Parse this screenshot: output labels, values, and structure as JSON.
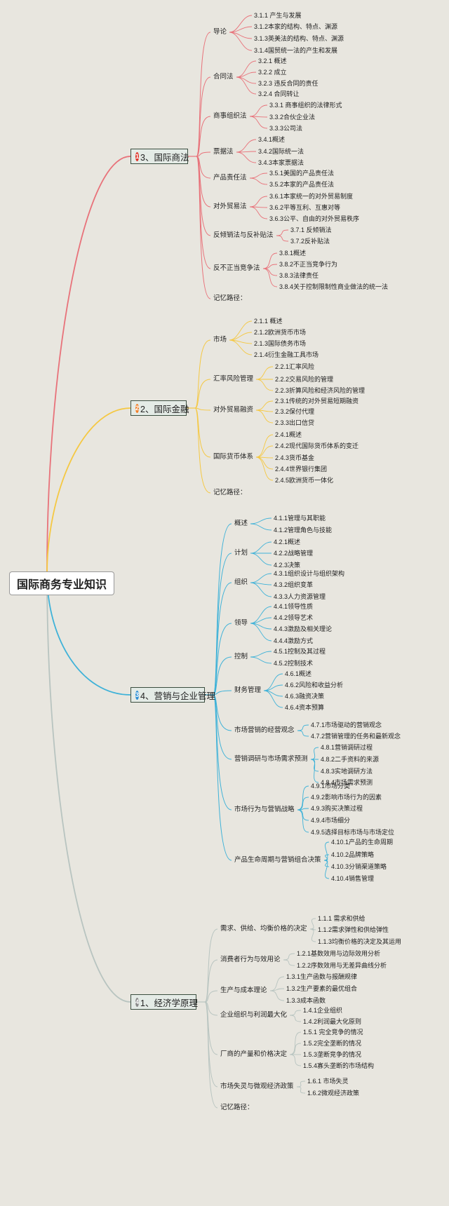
{
  "root": "国际商务专业知识",
  "colors": {
    "b1": "#e8727a",
    "b2": "#f5c842",
    "b3": "#3fb2d8",
    "b4": "#b8c4c0",
    "badge1": "#e0352b",
    "badge2": "#f07f2a",
    "badge3": "#2e8fd4",
    "badge4": "#8a8a8a"
  },
  "branches": [
    {
      "badge": "1",
      "label": "3、国际商法",
      "subs": [
        {
          "label": "导论",
          "items": [
            "3.1.1 产生与发展",
            "3.1.2本家的结构、特点、渊源",
            "3.1.3英美法的结构、特点、渊源",
            "3.1.4国贸统一法的产生和发展"
          ]
        },
        {
          "label": "合同法",
          "items": [
            "3.2.1 概述",
            "3.2.2 成立",
            "3.2.3 违反合同的责任",
            "3.2.4 合同转让"
          ]
        },
        {
          "label": "商事组织法",
          "items": [
            "3.3.1 商事组织的法律形式",
            "3.3.2合伙企业法",
            "3.3.3公司法"
          ]
        },
        {
          "label": "票据法",
          "items": [
            "3.4.1概述",
            "3.4.2国际统一法",
            "3.4.3本家票据法"
          ]
        },
        {
          "label": "产品责任法",
          "items": [
            "3.5.1美国的产品责任法",
            "3.5.2本家的产品责任法"
          ]
        },
        {
          "label": "对外贸易法",
          "items": [
            "3.6.1本家统一的对外贸易制度",
            "3.6.2平等互利、互惠对等",
            "3.6.3公平、自由的对外贸易秩序"
          ]
        },
        {
          "label": "反倾销法与反补贴法",
          "items": [
            "3.7.1 反倾销法",
            "3.7.2反补贴法"
          ]
        },
        {
          "label": "反不正当竞争法",
          "items": [
            "3.8.1概述",
            "3.8.2不正当竞争行为",
            "3.8.3法律责任",
            "3.8.4关于控制限制性商业做法的统一法"
          ]
        },
        {
          "label": "记忆路径：",
          "items": []
        }
      ]
    },
    {
      "badge": "2",
      "label": "2、国际金融",
      "subs": [
        {
          "label": "市场",
          "items": [
            "2.1.1 概述",
            "2.1.2欧洲货币市场",
            "2.1.3国际债务市场",
            "2.1.4衍生金融工具市场"
          ]
        },
        {
          "label": "汇率风险管理",
          "items": [
            "2.2.1汇率风险",
            "2.2.2交易风险的管理",
            "2.2.3折算风险和经济风险的管理"
          ]
        },
        {
          "label": "对外贸易融资",
          "items": [
            "2.3.1传统的对外贸易短期融资",
            "2.3.2保付代理",
            "2.3.3出口信贷"
          ]
        },
        {
          "label": "国际货币体系",
          "items": [
            "2.4.1概述",
            "2.4.2现代国际货币体系的变迁",
            "2.4.3货币基金",
            "2.4.4世界银行集团",
            "2.4.5欧洲货币一体化"
          ]
        },
        {
          "label": "记忆路径：",
          "items": []
        }
      ]
    },
    {
      "badge": "3",
      "label": "4、营销与企业管理",
      "subs": [
        {
          "label": "概述",
          "items": [
            "4.1.1管理与其职能",
            "4.1.2管理角色与技能"
          ]
        },
        {
          "label": "计划",
          "items": [
            "4.2.1概述",
            "4.2.2战略管理",
            "4.2.3决策"
          ]
        },
        {
          "label": "组织",
          "items": [
            "4.3.1组织设计与组织架构",
            "4.3.2组织变革",
            "4.3.3人力资源管理"
          ]
        },
        {
          "label": "领导",
          "items": [
            "4.4.1领导性质",
            "4.4.2领导艺术",
            "4.4.3激励及相关理论",
            "4.4.4激励方式"
          ]
        },
        {
          "label": "控制",
          "items": [
            "4.5.1控制及其过程",
            "4.5.2控制技术"
          ]
        },
        {
          "label": "财务管理",
          "items": [
            "4.6.1概述",
            "4.6.2风险和收益分析",
            "4.6.3融资决策",
            "4.6.4资本预算"
          ]
        },
        {
          "label": "市场营销的经营观念",
          "items": [
            "4.7.1市场驱动的营销观念",
            "4.7.2营销管理的任务和最新观念"
          ]
        },
        {
          "label": "营销调研与市场需求预测",
          "items": [
            "4.8.1营销调研过程",
            "4.8.2二手资料的来源",
            "4.8.3实地调研方法",
            "4.8.4市场需求预测"
          ]
        },
        {
          "label": "市场行为与营销战略",
          "items": [
            "4.9.1市场分类",
            "4.9.2影响市场行为的因素",
            "4.9.3购买决策过程",
            "4.9.4市场细分",
            "4.9.5选择目标市场与市场定位"
          ]
        },
        {
          "label": "产品生命周期与营销组合决策",
          "items": [
            "4.10.1产品的生命周期",
            "4.10.2品牌策略",
            "4.10.3分销渠道策略",
            "4.10.4销售管理"
          ]
        }
      ]
    },
    {
      "badge": "4",
      "label": "1、经济学原理",
      "subs": [
        {
          "label": "需求、供给、均衡价格的决定",
          "items": [
            "1.1.1 需求和供给",
            "1.1.2需求弹性和供给弹性",
            "1.1.3均衡价格的决定及其运用"
          ]
        },
        {
          "label": "消费者行为与效用论",
          "items": [
            "1.2.1基数效用与边际效用分析",
            "1.2.2序数效用与无差异曲线分析"
          ]
        },
        {
          "label": "生产与成本理论",
          "items": [
            "1.3.1生产函数与报酬规律",
            "1.3.2生产要素的最优组合",
            "1.3.3成本函数"
          ]
        },
        {
          "label": "企业组织与利润最大化",
          "items": [
            "1.4.1企业组织",
            "1.4.2利润最大化原则"
          ]
        },
        {
          "label": "厂商的产量和价格决定",
          "items": [
            "1.5.1 完全竞争的情况",
            "1.5.2完全垄断的情况",
            "1.5.3垄断竞争的情况",
            "1.5.4寡头垄断的市场结构"
          ]
        },
        {
          "label": "市场失灵与微观经济政策",
          "items": [
            "1.6.1 市场失灵",
            "1.6.2微观经济政策"
          ]
        },
        {
          "label": "记忆路径：",
          "items": []
        }
      ]
    }
  ]
}
